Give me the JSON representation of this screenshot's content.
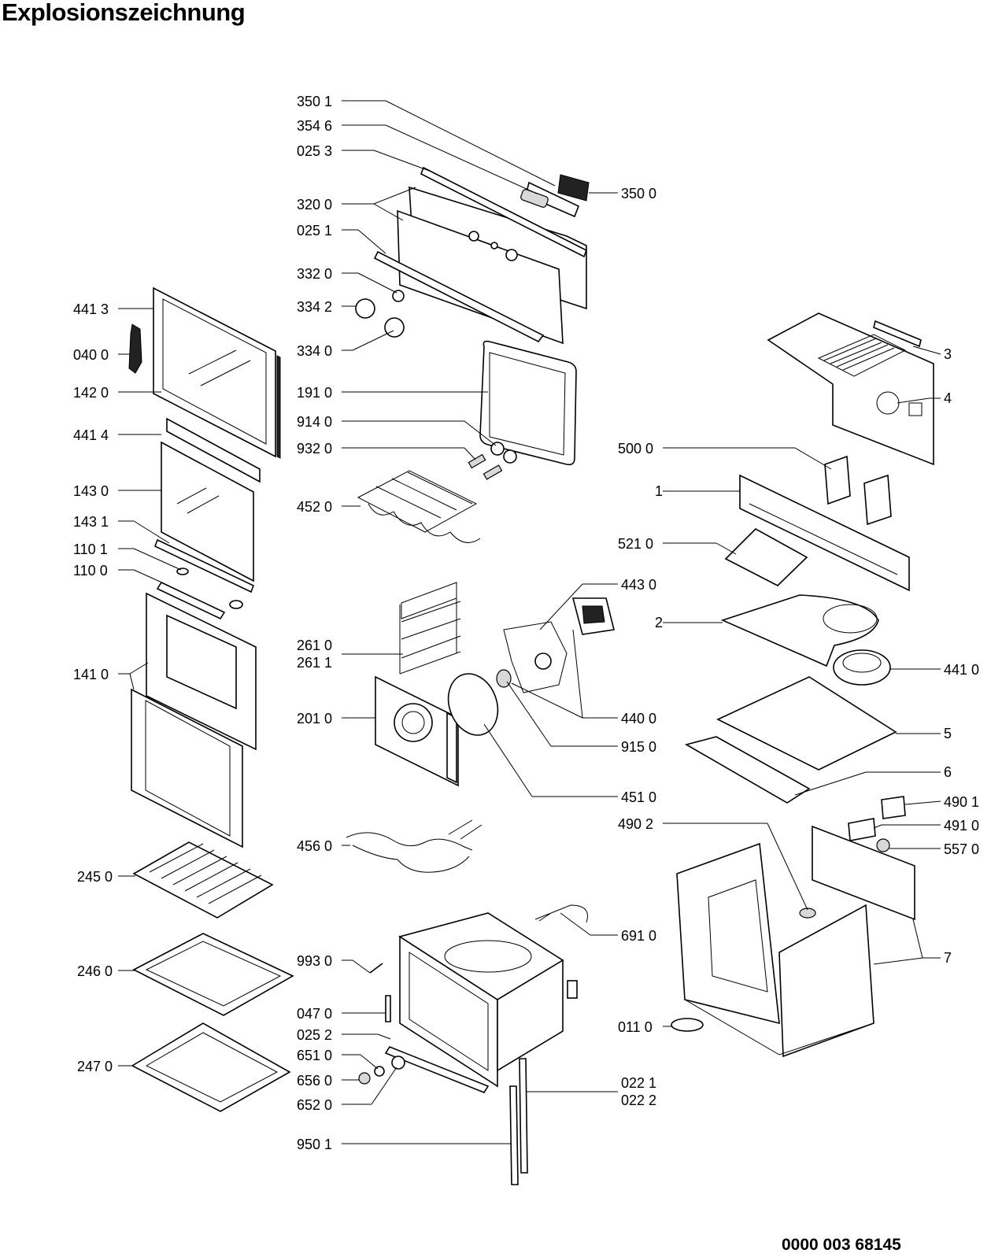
{
  "title": "Explosionszeichnung",
  "document_number": "0000 003 68145",
  "part_labels": [
    "350 1",
    "354 6",
    "025 3",
    "350 0",
    "320 0",
    "025 1",
    "332 0",
    "334 2",
    "334 0",
    "441 3",
    "040 0",
    "142 0",
    "441 4",
    "143 0",
    "143 1",
    "110 1",
    "110 0",
    "141 0",
    "191 0",
    "914 0",
    "932 0",
    "452 0",
    "261 0",
    "261 1",
    "201 0",
    "456 0",
    "443 0",
    "440 0",
    "915 0",
    "451 0",
    "691 0",
    "245 0",
    "246 0",
    "247 0",
    "993 0",
    "047 0",
    "025 2",
    "651 0",
    "656 0",
    "652 0",
    "950 1",
    "022 1",
    "022 2",
    "3",
    "4",
    "500 0",
    "1",
    "521 0",
    "2",
    "441 0",
    "5",
    "6",
    "490 1",
    "490 2",
    "491 0",
    "557 0",
    "7",
    "011 0"
  ]
}
